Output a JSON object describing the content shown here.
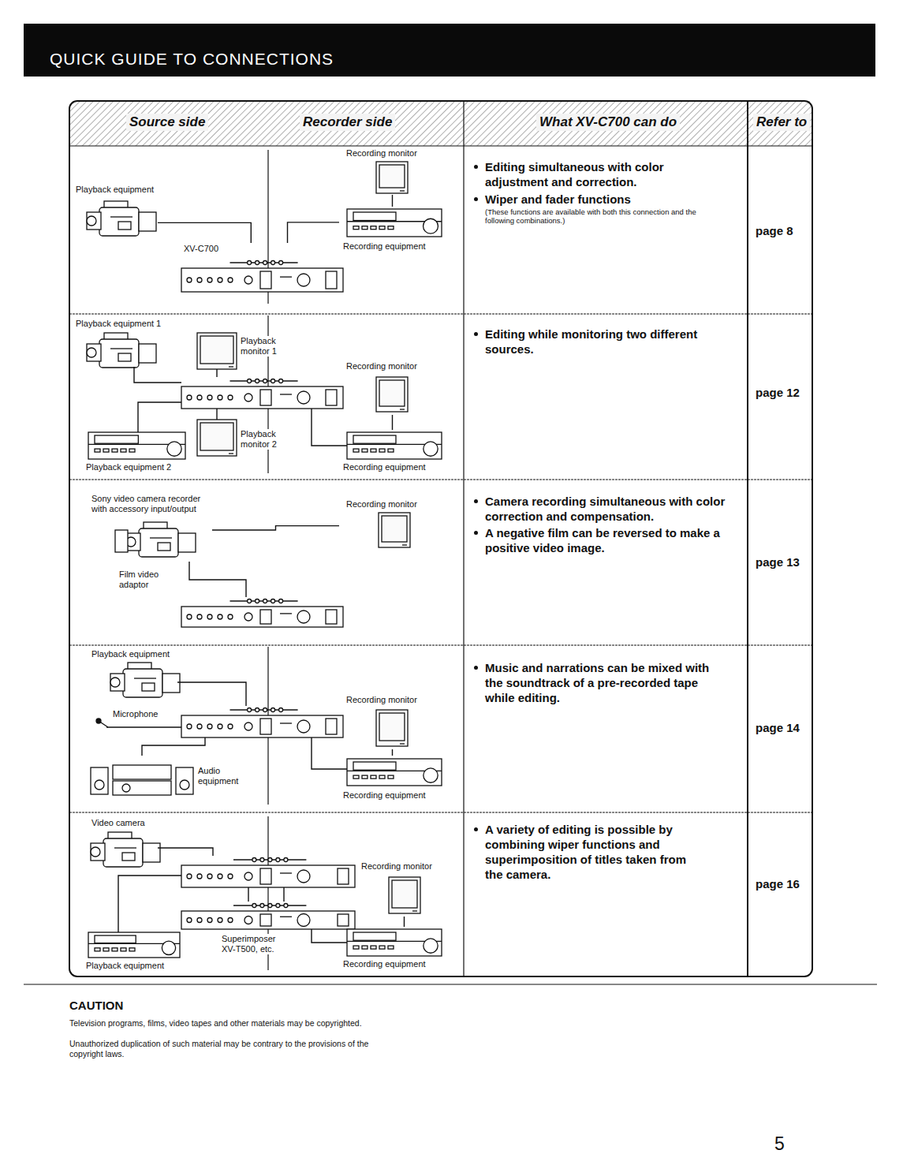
{
  "diagram": {
    "title": "QUICK GUIDE TO CONNECTIONS",
    "nodes": [
      {
        "text": [
          "Playback equipment"
        ]
      },
      {
        "text": [
          "XV-C700"
        ]
      },
      {
        "text": [
          "Recording monitor"
        ]
      },
      {
        "text": [
          "Recording equipment"
        ]
      },
      {
        "text": [
          "Playback equipment 1"
        ]
      },
      {
        "text": [
          "Playback monitor 1"
        ]
      },
      {
        "text": [
          "Recording monitor"
        ]
      },
      {
        "text": [
          "Playback monitor 2"
        ]
      },
      {
        "text": [
          "Playback equipment 2"
        ]
      },
      {
        "text": [
          "Recording equipment"
        ]
      },
      {
        "text": [
          "Sony video camera recorder with accessory input/output"
        ]
      },
      {
        "text": [
          "Film video adaptor"
        ]
      },
      {
        "text": [
          "Recording monitor"
        ]
      },
      {
        "text": [
          "Playback equipment"
        ]
      },
      {
        "text": [
          "Microphone"
        ]
      },
      {
        "text": [
          "Audio equipment"
        ]
      },
      {
        "text": [
          "Recording monitor"
        ]
      },
      {
        "text": [
          "Recording equipment"
        ]
      },
      {
        "text": [
          "Video camera"
        ]
      },
      {
        "text": [
          "Recording monitor"
        ]
      },
      {
        "text": [
          "Superimposer XV-T500, etc."
        ]
      },
      {
        "text": [
          "Playback equipment"
        ]
      },
      {
        "text": [
          "Recording equipment"
        ]
      }
    ],
    "edges": [
      {
        "from": 0,
        "to": 1,
        "arrow": "none"
      },
      {
        "from": 1,
        "to": 3,
        "arrow": "none"
      },
      {
        "from": 2,
        "to": 3,
        "arrow": "none"
      },
      {
        "from": 6,
        "to": 9,
        "arrow": "none"
      },
      {
        "from": 10,
        "to": 12,
        "arrow": "none"
      },
      {
        "from": 16,
        "to": 17,
        "arrow": "none"
      },
      {
        "from": 19,
        "to": 22,
        "arrow": "none"
      }
    ],
    "labels": [
      "Source side",
      "Recorder side",
      "What XV-C700 can do",
      "Refer to",
      "Editing simultaneous with color adjustment and correction.",
      "Wiper and fader functions",
      "(These functions are available with both this connection and the following combinations.)",
      "page 8",
      "Editing while monitoring two different sources.",
      "page 12",
      "Camera recording simultaneous with color correction and compensation.",
      "A negative film can be reversed to make a positive video image.",
      "page 13",
      "Music and narrations can be mixed with the soundtrack of a pre-recorded tape while editing.",
      "page 14",
      "A variety of editing is possible by combining wiper functions and superimposition of titles taken from the camera.",
      "page 16",
      "CAUTION",
      "Television programs, films, video tapes and other materials may be copyrighted.",
      "Unauthorized duplication of such material may be contrary to the provisions of the copyright laws.",
      "5"
    ]
  }
}
